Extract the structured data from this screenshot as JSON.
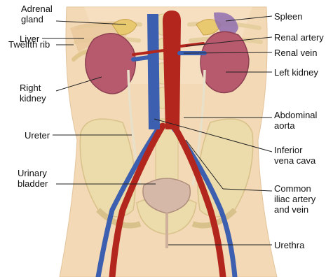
{
  "figure": {
    "left_labels": {
      "adrenal_gland": "Adrenal\ngland",
      "liver": "Liver",
      "twelfth_rib": "Twelfth rib",
      "right_kidney": "Right\nkidney",
      "ureter": "Ureter",
      "urinary_bladder": "Urinary\nbladder"
    },
    "right_labels": {
      "spleen": "Spleen",
      "renal_artery": "Renal artery",
      "renal_vein": "Renal vein",
      "left_kidney": "Left kidney",
      "abdominal_aorta": "Abdominal\naorta",
      "inferior_vena_cava": "Inferior\nvena cava",
      "common_iliac": "Common\niliac artery\nand vein",
      "urethra": "Urethra"
    },
    "colors": {
      "skin": "#f3d9b5",
      "bone": "#ecdcab",
      "kidney": "#b85a6e",
      "aorta": "#b3261e",
      "vena_cava": "#3c5fb0",
      "bladder": "#d6b8a8",
      "spleen": "#8f6fb0",
      "leader": "#222222"
    }
  }
}
